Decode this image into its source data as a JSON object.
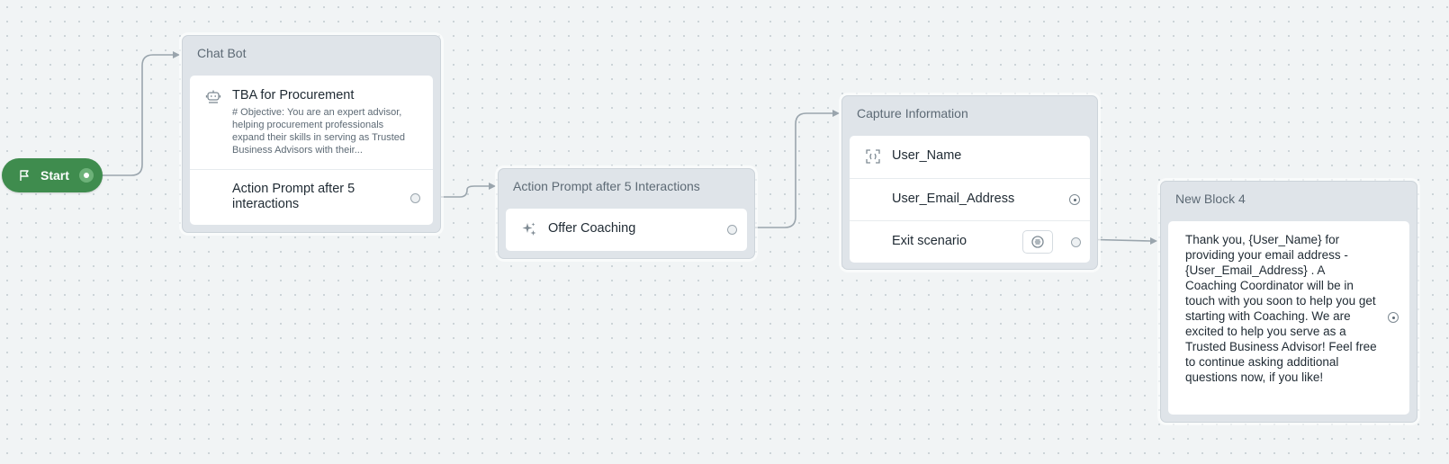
{
  "start": {
    "label": "Start"
  },
  "blocks": {
    "chat_bot": {
      "title": "Chat Bot",
      "bot": {
        "name": "TBA for Procurement",
        "description": "# Objective: You are an expert advisor, helping procurement professionals expand their skills in serving as Trusted Business Advisors with their..."
      },
      "action_label": "Action Prompt after 5 interactions"
    },
    "action_prompt": {
      "title": "Action Prompt after 5 Interactions",
      "step_label": "Offer Coaching"
    },
    "capture": {
      "title": "Capture Information",
      "fields": [
        "User_Name",
        "User_Email_Address"
      ],
      "exit_label": "Exit scenario"
    },
    "new_block": {
      "title": "New Block 4",
      "message": "Thank you, {User_Name} for providing your email address - {User_Email_Address} . A Coaching Coordinator will be in touch with you soon to help you get starting with Coaching. We are excited to help you serve as a Trusted Business Advisor! Feel free to continue asking additional questions now, if you like!"
    }
  },
  "colors": {
    "canvas": "#f1f4f5",
    "start_green": "#3f8c4e",
    "block_header": "#dfe4e9",
    "connector": "#9aa5ad"
  }
}
